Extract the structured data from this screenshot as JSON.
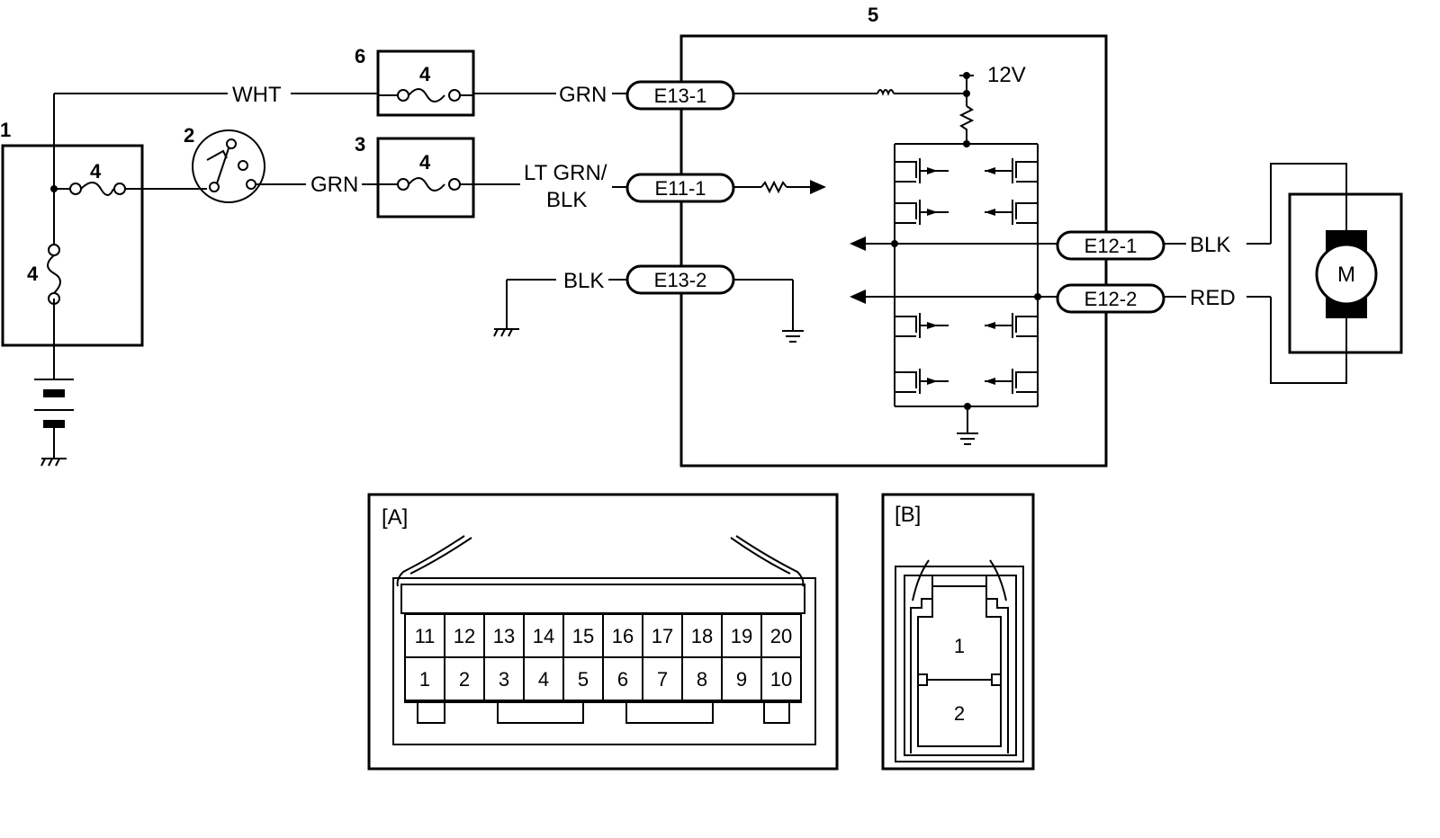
{
  "diagram": {
    "component_numbers": {
      "n1": "1",
      "n2": "2",
      "n3": "3",
      "n4_a": "4",
      "n4_b": "4",
      "n4_c": "4",
      "n4_d": "4",
      "n5": "5",
      "n6": "6"
    },
    "wires": {
      "wht": "WHT",
      "grn_top": "GRN",
      "grn_mid": "GRN",
      "lt_grn_line1": "LT GRN/",
      "lt_grn_line2": "BLK",
      "blk_ground": "BLK",
      "blk_motor": "BLK",
      "red_motor": "RED"
    },
    "connectors": {
      "e13_1": "E13-1",
      "e11_1": "E11-1",
      "e13_2": "E13-2",
      "e12_1": "E12-1",
      "e12_2": "E12-2"
    },
    "voltage": "12V",
    "motor": "M",
    "views": {
      "a_label": "[A]",
      "b_label": "[B]",
      "a_top_pins": [
        "11",
        "12",
        "13",
        "14",
        "15",
        "16",
        "17",
        "18",
        "19",
        "20"
      ],
      "a_bottom_pins": [
        "1",
        "2",
        "3",
        "4",
        "5",
        "6",
        "7",
        "8",
        "9",
        "10"
      ],
      "b_pins": [
        "1",
        "2"
      ]
    }
  }
}
